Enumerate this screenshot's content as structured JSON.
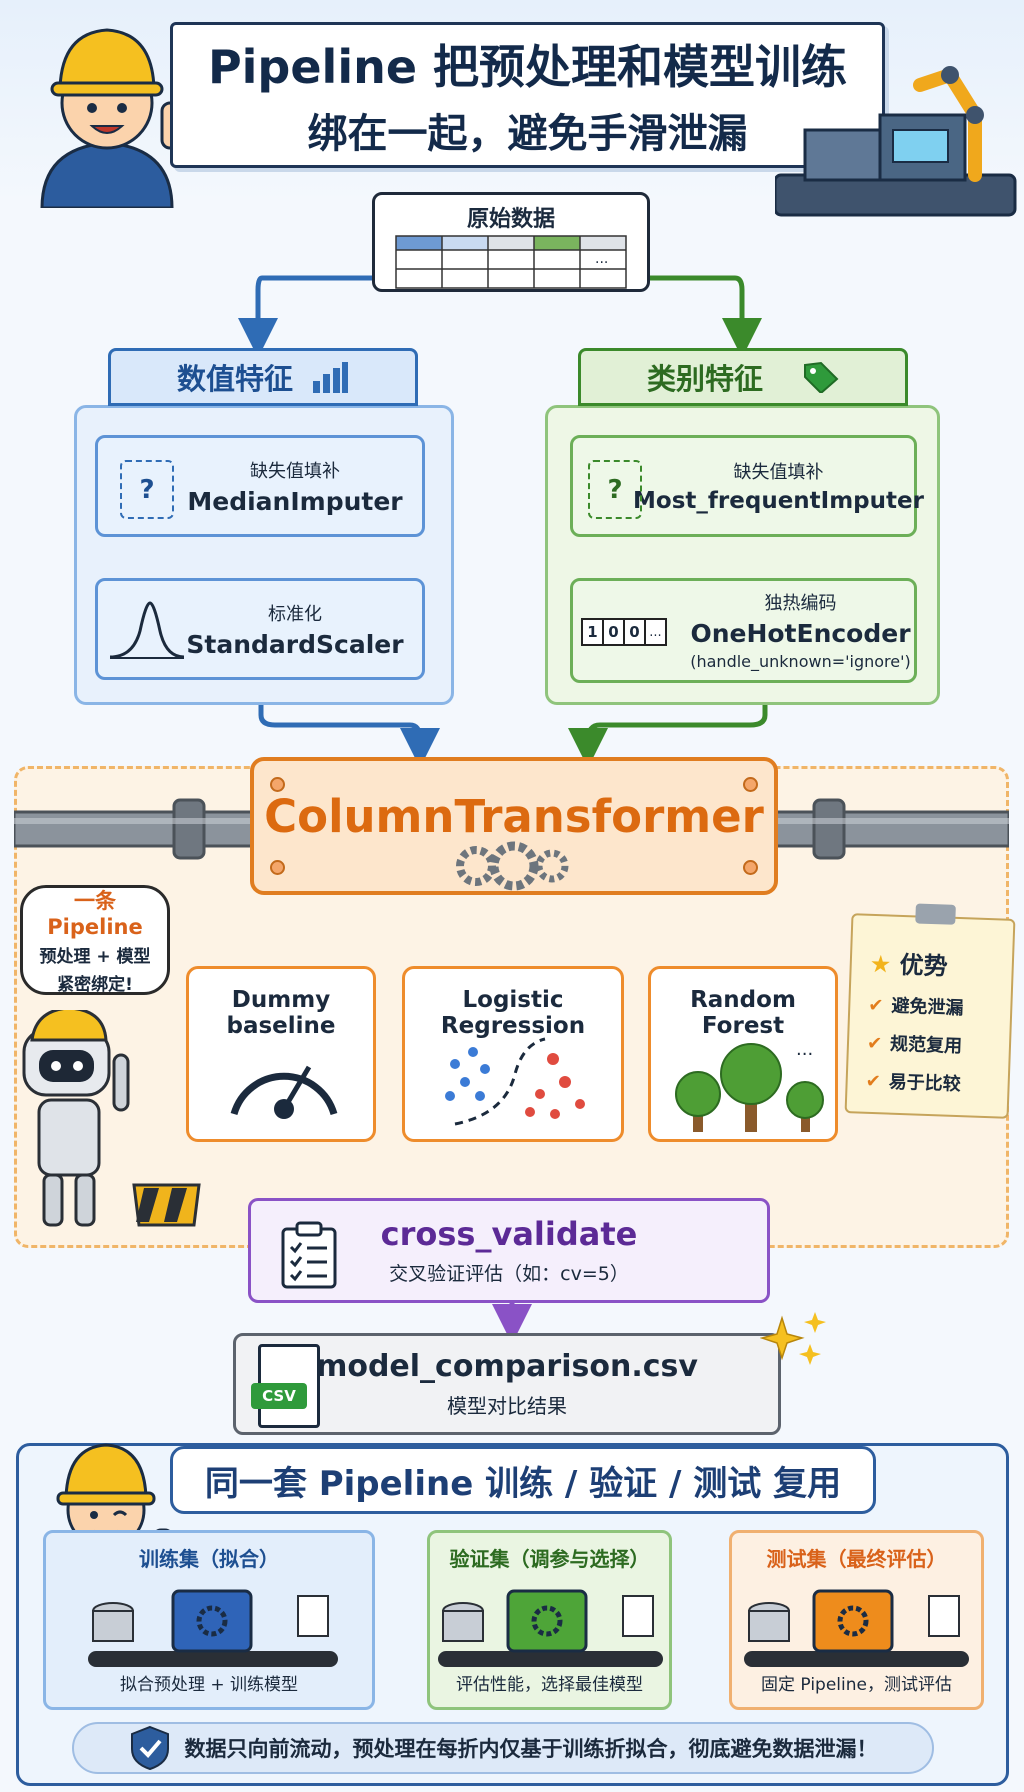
{
  "header": {
    "title_line1": "Pipeline 把预处理和模型训练",
    "title_line2": "绑在一起，避免手滑泄漏"
  },
  "raw_data": {
    "title": "原始数据",
    "ellipsis": "..."
  },
  "numeric": {
    "heading": "数值特征",
    "step1": {
      "cn": "缺失值填补",
      "en": "MedianImputer",
      "icon": "?"
    },
    "step2": {
      "cn": "标准化",
      "en": "StandardScaler"
    }
  },
  "categorical": {
    "heading": "类别特征",
    "step1": {
      "cn": "缺失值填补",
      "en": "Most_frequentImputer",
      "icon": "?"
    },
    "step2": {
      "cn": "独热编码",
      "en": "OneHotEncoder",
      "param": "(handle_unknown='ignore')",
      "code": [
        "1",
        "0",
        "0",
        "..."
      ]
    }
  },
  "column_transformer": {
    "title": "ColumnTransformer"
  },
  "bubble": {
    "line1": "一条 Pipeline",
    "line2": "预处理 + 模型",
    "line3": "紧密绑定!"
  },
  "models": [
    {
      "name": "Dummy baseline"
    },
    {
      "name": "Logistic Regression"
    },
    {
      "name": "Random Forest",
      "ellipsis": "..."
    }
  ],
  "advantages": {
    "title": "优势",
    "items": [
      "避免泄漏",
      "规范复用",
      "易于比较"
    ]
  },
  "cross_validate": {
    "title": "cross_validate",
    "subtitle": "交叉验证评估（如：cv=5）"
  },
  "results": {
    "title": "model_comparison.csv",
    "subtitle": "模型对比结果",
    "badge": "CSV"
  },
  "bottom": {
    "title": "同一套 Pipeline 训练 / 验证 / 测试 复用",
    "stages": [
      {
        "title": "训练集（拟合）",
        "desc": "拟合预处理 + 训练模型"
      },
      {
        "title": "验证集（调参与选择）",
        "desc": "评估性能，选择最佳模型"
      },
      {
        "title": "测试集（最终评估）",
        "desc": "固定 Pipeline，测试评估"
      }
    ],
    "note": "数据只向前流动，预处理在每折内仅基于训练折拟合，彻底避免数据泄漏！"
  },
  "colors": {
    "numeric": "#2f6cb5",
    "categorical": "#3b8a2b",
    "transformer": "#e07d20",
    "cross_validate": "#8a52c6",
    "bottom": "#2d5d9e"
  }
}
